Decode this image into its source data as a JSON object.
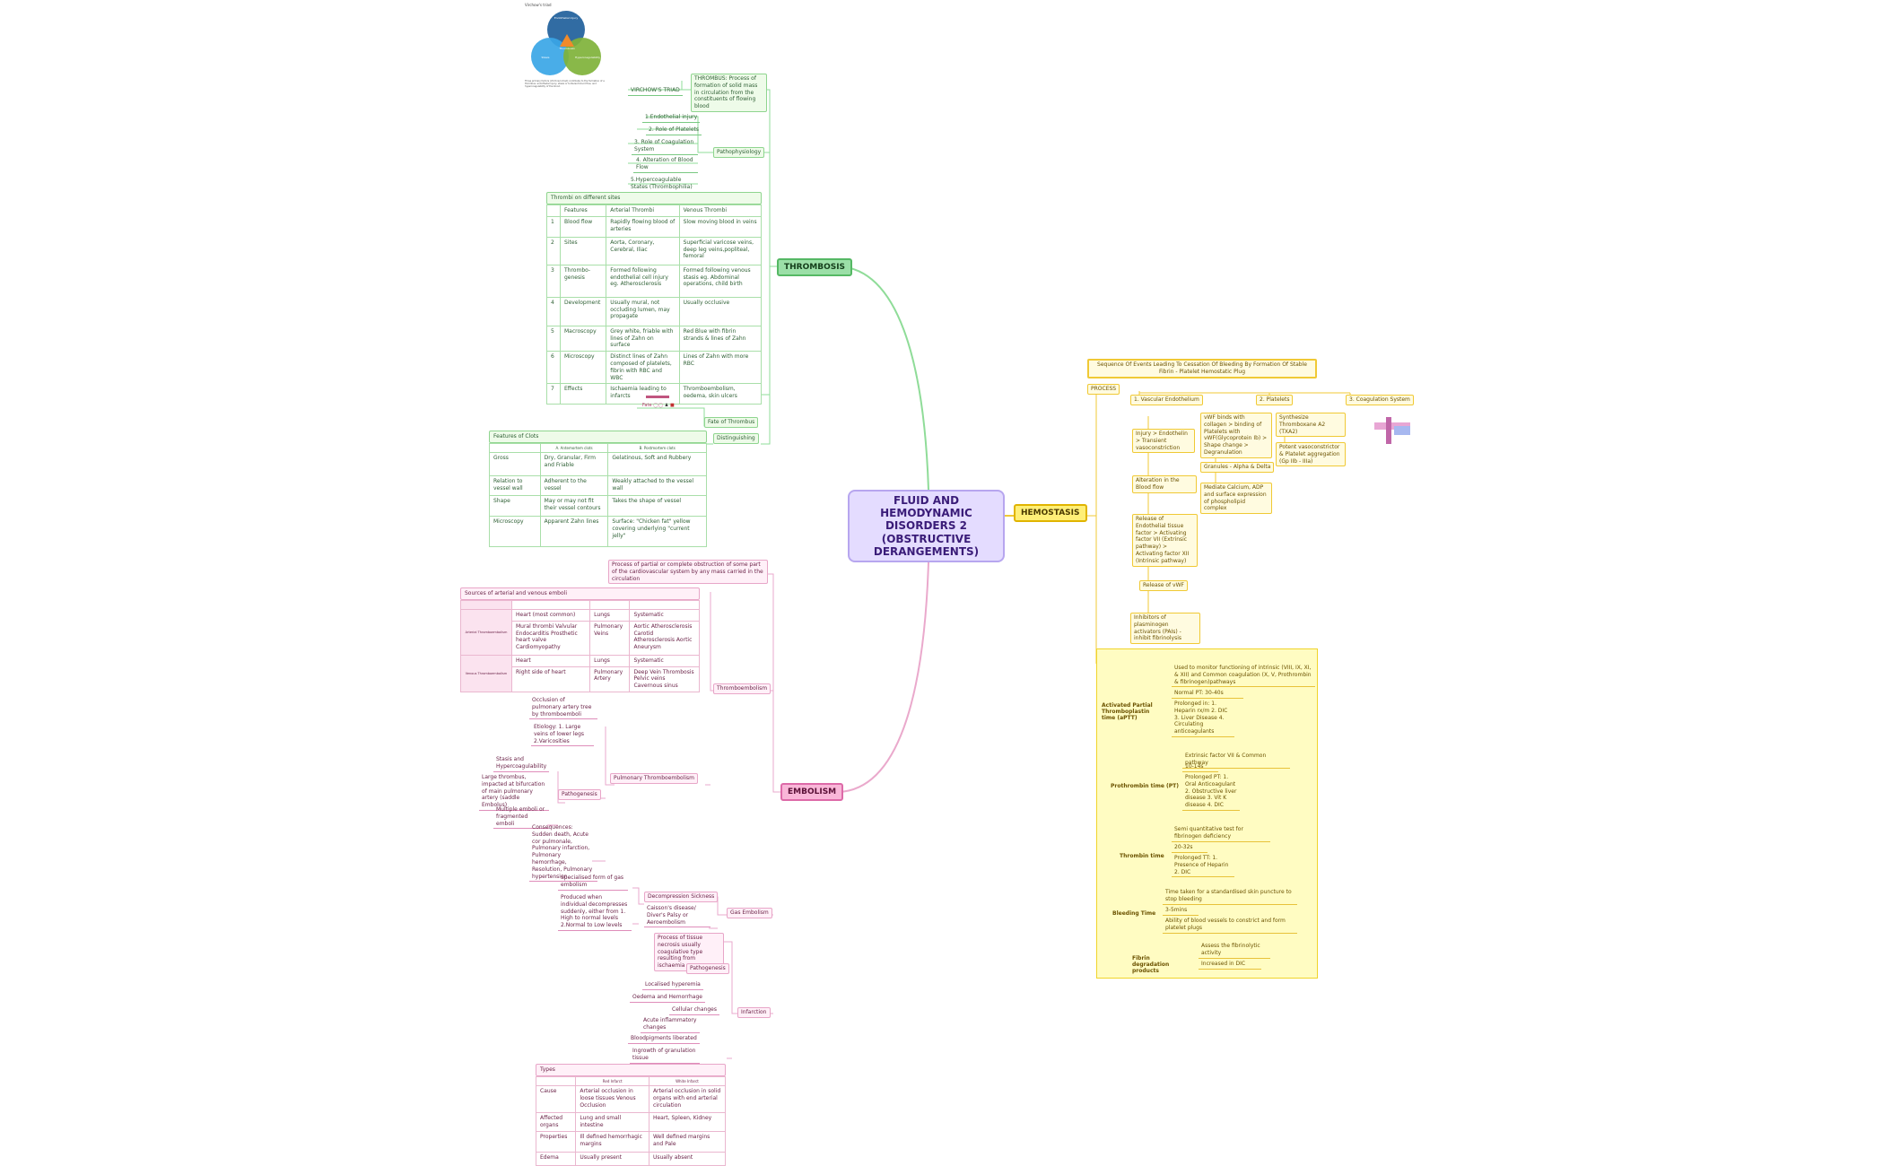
{
  "root": {
    "title": "FLUID AND HEMODYNAMIC DISORDERS 2 (OBSTRUCTIVE DERANGEMENTS)"
  },
  "colors": {
    "thrombosis": "#55b864",
    "hemostasis": "#e0b400",
    "embolism": "#dd6aa8",
    "root": "#b7a6ef"
  },
  "thrombosis": {
    "label": "THROMBOSIS",
    "definition": "THROMBUS: Process of formation of solid mass in circulation from the constituents of flowing blood",
    "virchow_label": "VIRCHOW'S TRIAD",
    "venn_header": "Virchow's triad",
    "venn": {
      "top": "Endothelial injury",
      "left": "Stasis",
      "right": "Hypercoagulability",
      "center": "Thrombosis"
    },
    "venn_caption": "Three primary factors (Virchow's triad) contribute to the formation of a thrombus: endothelial injury, stasis or turbulent blood flow, and hypercoagulability of the blood.",
    "pathophysiology_label": "Pathophysiology",
    "pathophysiology": [
      "1.Endothelial injury",
      "2. Role of Platelets",
      "3. Role of Coagulation System",
      "4. Alteration of Blood Flow",
      "5.Hypercoagulable States (Thrombophilia)"
    ],
    "table_title": "Thrombi on different sites",
    "table_headers": [
      "Features",
      "Arterial Thrombi",
      "Venous Thrombi"
    ],
    "table_rows": [
      [
        "Blood flow",
        "Rapidly flowing blood of arteries",
        "Slow moving blood in veins"
      ],
      [
        "Sites",
        "Aorta, Coronary, Cerebral, Iliac",
        "Superficial varicose veins, deep leg veins,popliteal, femoral"
      ],
      [
        "Thrombo-genesis",
        "Formed following endothelial cell injury eg. Atherosclerosis",
        "Formed following venous stasis eg. Abdominal operations, child birth"
      ],
      [
        "Development",
        "Usually mural, not occluding lumen, may propagate",
        "Usually occlusive"
      ],
      [
        "Macroscopy",
        "Grey white, friable with lines of Zahn on surface",
        "Red Blue with fibrin strands & lines of Zahn"
      ],
      [
        "Microscopy",
        "Distinct lines of Zahn composed of platelets, fibrin with RBC and WBC",
        "Lines of Zahn with more RBC"
      ],
      [
        "Effects",
        "Ischaemia leading to infarcts",
        "Thromboembolism, oedema, skin ulcers"
      ]
    ],
    "fate_label": "Fate of Thrombus",
    "fate_icon_label": "Fate",
    "distinguishing_label": "Distinguishing",
    "clots_title": "Features of Clots",
    "clots_headers": [
      "",
      "A. Antemortem clots",
      "B. Postmortem clots"
    ],
    "clots_rows": [
      [
        "Gross",
        "Dry, Granular, Firm and Friable",
        "Gelatinous, Soft and Rubbery"
      ],
      [
        "Relation to vessel wall",
        "Adherent to the vessel",
        "Weakly attached to the vessel wall"
      ],
      [
        "Shape",
        "May or may not fit their vessel contours",
        "Takes the shape of vessel"
      ],
      [
        "Microscopy",
        "Apparent Zahn lines",
        "Surface: \"Chicken fat\" yellow covering underlying \"current jelly\""
      ]
    ]
  },
  "hemostasis": {
    "label": "HEMOSTASIS",
    "definition": "Sequence Of Events Leading To Cessation Of Bleeding By Formation Of Stable Fibrin - Platelet Hemostatic Plug",
    "process_label": "PROCESS",
    "vascular_label": "1. Vascular Endothelium",
    "platelets_label": "2. Platelets",
    "coag_label": "3. Coagulation System",
    "vascular": [
      "Injury > Endothelin > Transient vasoconstriction",
      "Alteration in the Blood flow",
      "Release of Endothelial tissue factor > Activating factor VII (Extrinsic pathway) > Activating factor XII (Intrinsic pathway)",
      "Release of vWF",
      "Inhibitors of plasminogen activators (PAIs) - inhibit fibrinolysis"
    ],
    "platelets": [
      "vWF binds with collagen > binding of Platelets with vWF(Glycoprotein Ib) > Shape change > Degranulation",
      "Granules - Alpha & Delta",
      "Mediate Calcium, ADP and surface expression of phospholipid complex"
    ],
    "platelets_tx": [
      "Synthesize Thromboxane A2 (TXA2)",
      "Potent vasoconstrictor & Platelet aggregation (Gp IIb - IIIa)"
    ],
    "tests": [
      {
        "name": "Activated Partial Thromboplastin time (aPTT)",
        "items": [
          "Used to monitor functioning of intrinsic (VIII, IX, XI, & XII) and Common coagulation (X, V, Prothrombin & fibrinogen)pathways",
          "Normal PT: 30-40s",
          "Prolonged in: 1. Heparin rx/m 2. DIC 3. Liver Disease 4. Circulating anticoagulants"
        ]
      },
      {
        "name": "Prothrombin time (PT)",
        "items": [
          "Extrinsic factor VII & Common pathway",
          "10-14s",
          "Prolonged PT: 1. Oral Anticoagulant 2. Obstructive liver disease 3. Vit K disease 4. DIC"
        ]
      },
      {
        "name": "Thrombin time",
        "items": [
          "Semi quantitative test for fibrinogen deficiency",
          "20-32s",
          "Prolonged TT: 1. Presence of Heparin 2. DIC"
        ]
      },
      {
        "name": "Bleeding Time",
        "items": [
          "Time taken for a standardised skin puncture to stop bleeding",
          "3-5mins",
          "Ability of blood vessels to constrict and form platelet plugs"
        ]
      },
      {
        "name": "Fibrin degradation products",
        "items": [
          "Assess the fibrinolytic activity",
          "Increased in DIC"
        ]
      }
    ]
  },
  "embolism": {
    "label": "EMBOLISM",
    "definition": "Process of partial or complete obstruction of some part of the cardiovascular system by any mass carried in the circulation",
    "thromboembolism_label": "Thromboembolism",
    "sources_title": "Sources of arterial and venous emboli",
    "sources_rows": [
      {
        "group": "Arterial Thromboembolism",
        "origin": "Heart (most common)",
        "origin_detail": "Mural thrombi Valvular Endocarditis Prosthetic heart valve Cardiomyopathy",
        "lung": "Lungs",
        "lung_detail": "Pulmonary Veins",
        "sys": "Systematic",
        "sys_detail": "Aortic Atherosclerosis Carotid Atherosclerosis Aortic Aneurysm"
      },
      {
        "group": "Venous Thromboembolism",
        "origin": "Heart",
        "origin_detail": "Right side of heart",
        "lung": "Lungs",
        "lung_detail": "Pulmonary Artery",
        "sys": "Systematic",
        "sys_detail": "Deep Vein Thrombosis Pelvic veins Cavernous sinus"
      }
    ],
    "pulmonary_label": "Pulmonary Thromboembolism",
    "pulmonary_def": "Occlusion of pulmonary artery tree by thromboemboli",
    "etiology": "Etiology: 1. Large veins of lower legs 2.Varicosities",
    "pathogenesis_label": "Pathogenesis",
    "pathogenesis": [
      "Stasis and Hypercoagulability",
      "Large thrombus, impacted at bifurcation of main pulmonary artery (saddle Embolus)",
      "Multiple emboli or fragmented emboli"
    ],
    "consequences": "Consequences: Sudden death, Acute cor pulmonale, Pulmonary infarction, Pulmonary hemorrhage, Resolution, Pulmonary hypertension",
    "gas_label": "Gas Embolism",
    "gas_items": [
      "Specialised form of gas embolism",
      "Produced when individual decompresses suddenly, either from 1. High to normal levels 2.Normal to Low levels"
    ],
    "decompression": "Decompression Sickness",
    "caisson": "Caisson's disease/ Diver's Palsy or Aeroembolism",
    "infarction_label": "Infarction",
    "infarction_def": "Process of tissue necrosis usually coagulative type resulting from ischaemia",
    "infarction_path_label": "Pathogenesis",
    "infarction_path": [
      "Localised hyperemia",
      "Oedema and Hemorrhage",
      "Cellular changes",
      "Acute inflammatory changes",
      "Bloodpigments liberated",
      "Ingrowth of granulation tissue"
    ],
    "types_title": "Types",
    "types_headers": [
      "",
      "Red Infarct",
      "White Infarct"
    ],
    "types_rows": [
      [
        "Cause",
        "Arterial occlusion in loose tissues Venous Occlusion",
        "Arterial occlusion in solid organs with end arterial circulation"
      ],
      [
        "Affected organs",
        "Lung and small intestine",
        "Heart, Spleen, Kidney"
      ],
      [
        "Properties",
        "Ill defined hemorrhagic margins",
        "Well defined margins and Pale"
      ],
      [
        "Edema",
        "Usually present",
        "Usually absent"
      ]
    ]
  }
}
